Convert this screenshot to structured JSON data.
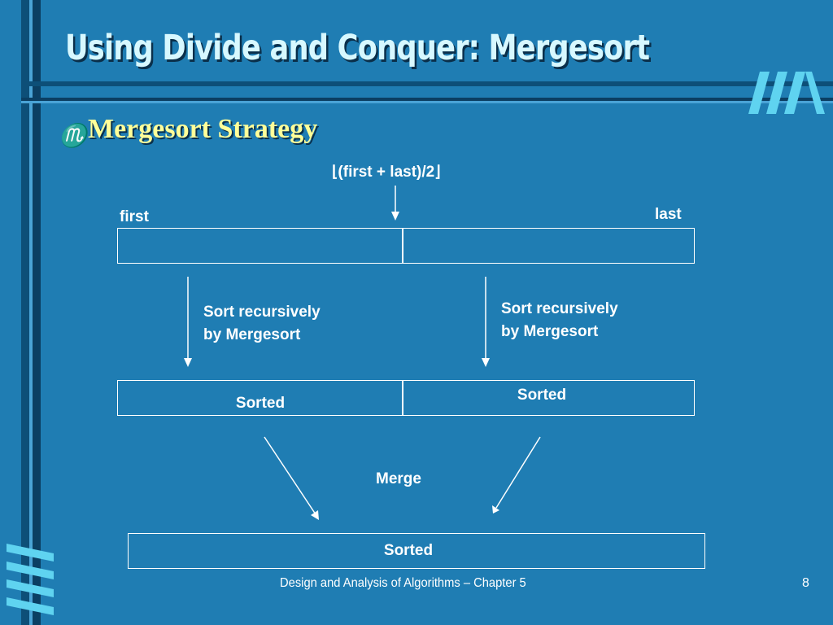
{
  "slide": {
    "title": "Using Divide and Conquer: Mergesort",
    "bullet": {
      "icon": "scorpio-glyph-icon",
      "glyph": "♏",
      "text": "Mergesort Strategy"
    },
    "footer": "Design and Analysis of Algorithms – Chapter 5",
    "page_number": "8"
  },
  "diagram": {
    "midpoint_label": "⌊(first + last)/2⌋",
    "first_label": "first",
    "last_label": "last",
    "left_recurse": "Sort recursively\nby Mergesort",
    "right_recurse": "Sort recursively\nby Mergesort",
    "sorted_left": "Sorted",
    "sorted_right": "Sorted",
    "merge_label": "Merge",
    "sorted_final": "Sorted"
  },
  "colors": {
    "background": "#1f7db3",
    "title": "#d7f8ff",
    "subtitle": "#ffff99",
    "bullet": "#e02c38",
    "text": "#ffffff"
  }
}
